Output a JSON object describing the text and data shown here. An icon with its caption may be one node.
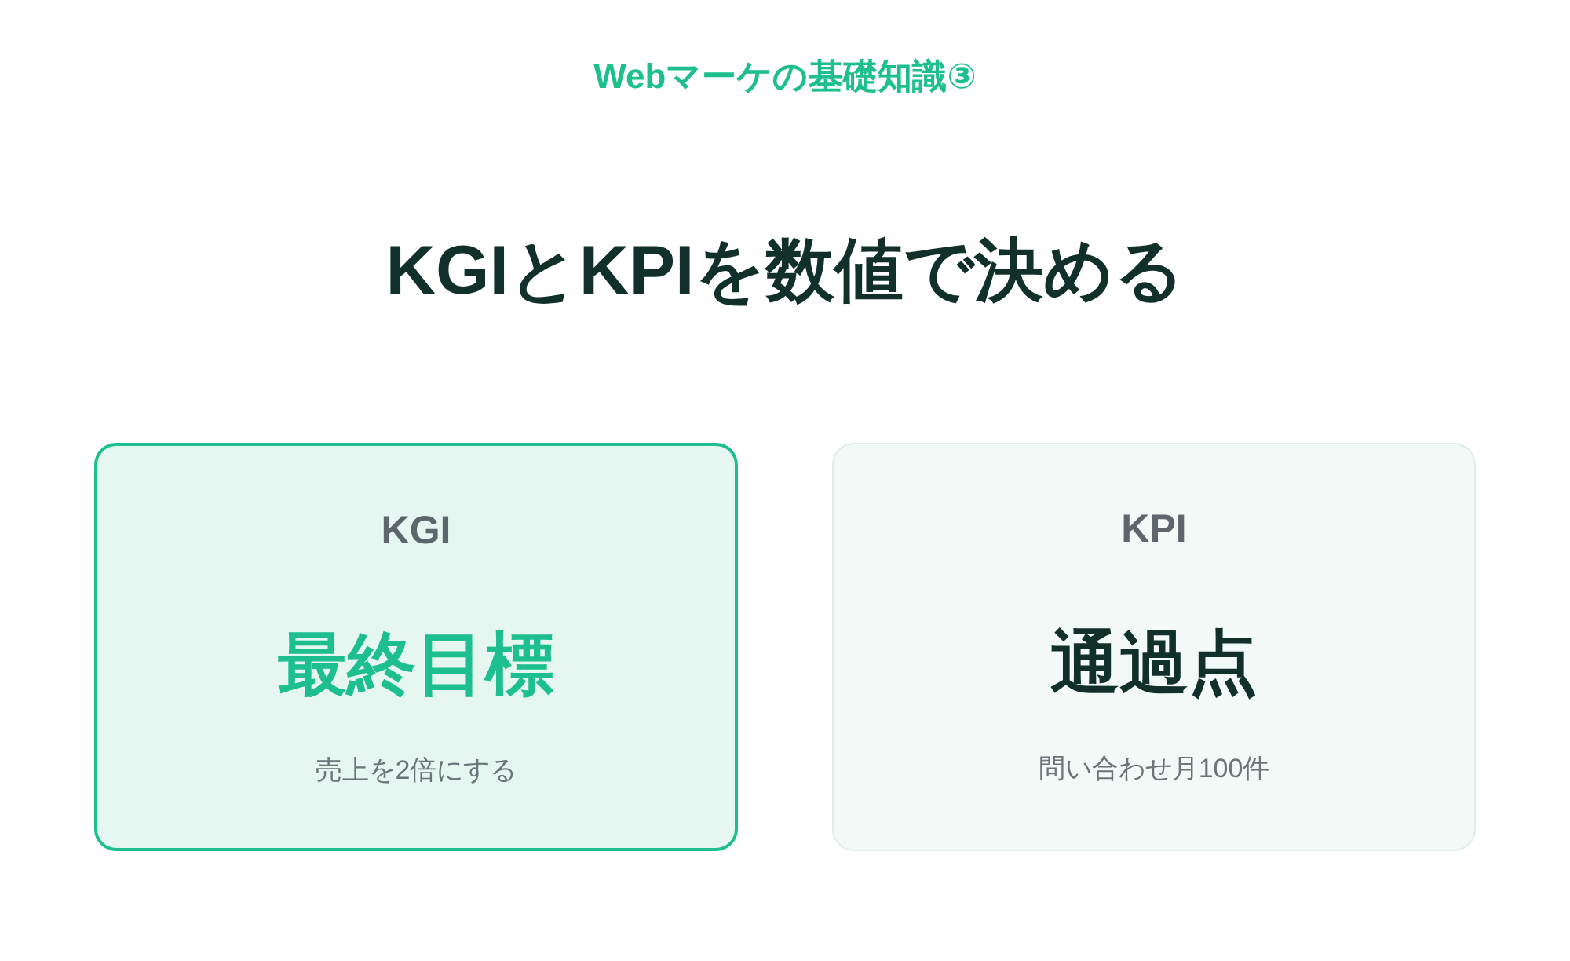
{
  "diagram": {
    "title": "KGIとKPIを数値で決める",
    "nodes": [
      {
        "text": [
          "KGI",
          "最終目標",
          "売上を2倍にする"
        ]
      },
      {
        "text": [
          "KPI",
          "通過点",
          "問い合わせ月100件"
        ]
      }
    ],
    "edges": [],
    "labels": [
      "Webマーケの基礎知識③"
    ]
  }
}
